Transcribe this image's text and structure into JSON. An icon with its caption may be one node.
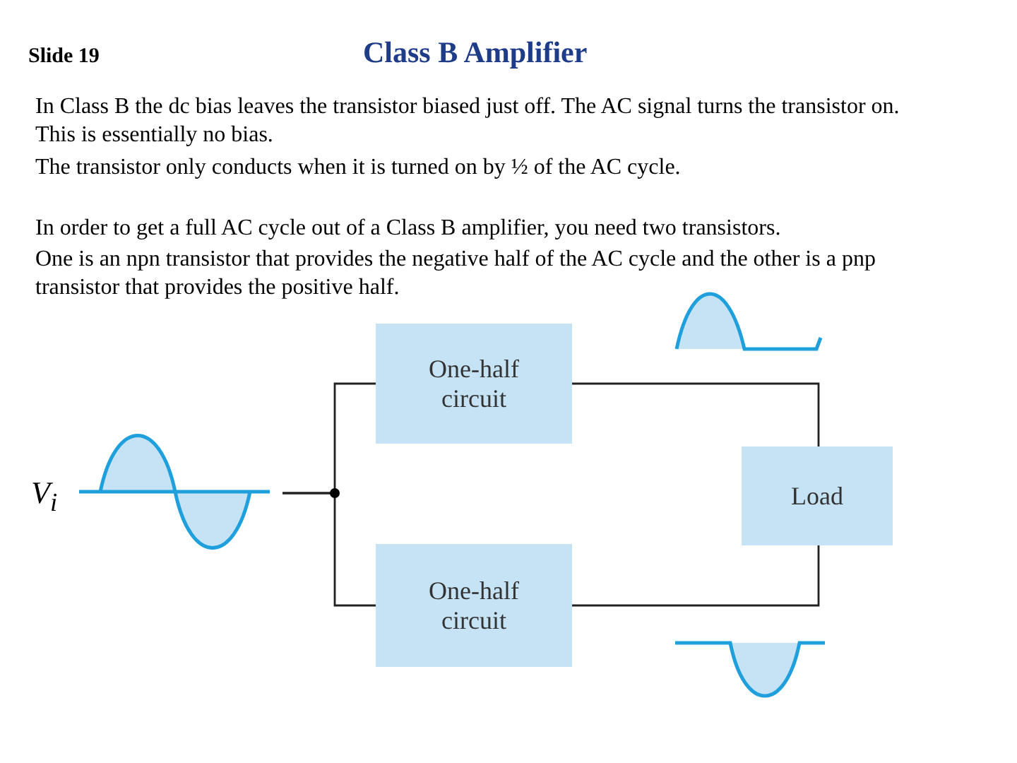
{
  "diagram": {
    "title": "Class B Amplifier",
    "nodes": [
      {
        "text": [
          "One-half circuit"
        ]
      },
      {
        "text": [
          "One-half circuit"
        ]
      },
      {
        "text": [
          "Load"
        ]
      }
    ],
    "edges": [
      {
        "from": null,
        "to": 0,
        "arrow": "none"
      },
      {
        "from": null,
        "to": 1,
        "arrow": "none"
      },
      {
        "from": 0,
        "to": 2,
        "arrow": "none"
      },
      {
        "from": 1,
        "to": 2,
        "arrow": "none"
      }
    ],
    "labels": [
      "Slide 19",
      "In Class B the dc bias leaves the transistor biased just off. The AC signal turns the transistor on. This is essentially no bias.",
      "The transistor only conducts when it is turned on by ½ of the AC cycle.",
      "In order to get a full AC cycle out of a Class B amplifier, you need two transistors.",
      "One is an npn transistor that provides the negative half of the AC cycle and the other is a pnp transistor that provides the positive half.",
      "V$_{i}$"
    ]
  }
}
